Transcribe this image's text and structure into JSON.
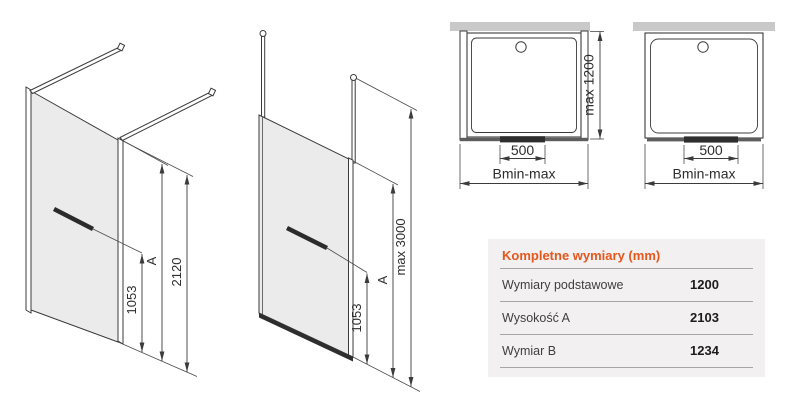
{
  "colors": {
    "accent_orange": "#e4571d",
    "line": "#3b3b3b",
    "glass_fill": "#ebebeb",
    "wall_fill": "#c9c9c9",
    "table_background": "#f2f0f0"
  },
  "iso_wall_mounted": {
    "dim_handle_height": "1053",
    "dim_height_a": "A",
    "dim_total_height": "2120"
  },
  "iso_ceiling_mounted": {
    "dim_handle_height": "1053",
    "dim_height_a": "A",
    "dim_max_height": "max 3000"
  },
  "top_view_with_side_profiles": {
    "dim_depth": "max 1200",
    "dim_screen_width": "500",
    "dim_width_range": "Bmin-max"
  },
  "top_view_tray_only": {
    "dim_screen_width": "500",
    "dim_width_range": "Bmin-max"
  },
  "spec_table": {
    "title": "Kompletne wymiary (mm)",
    "rows": [
      {
        "label": "Wymiary podstawowe",
        "value": "1200"
      },
      {
        "label": "Wysokość A",
        "value": "2103"
      },
      {
        "label": "Wymiar B",
        "value": "1234"
      }
    ]
  }
}
